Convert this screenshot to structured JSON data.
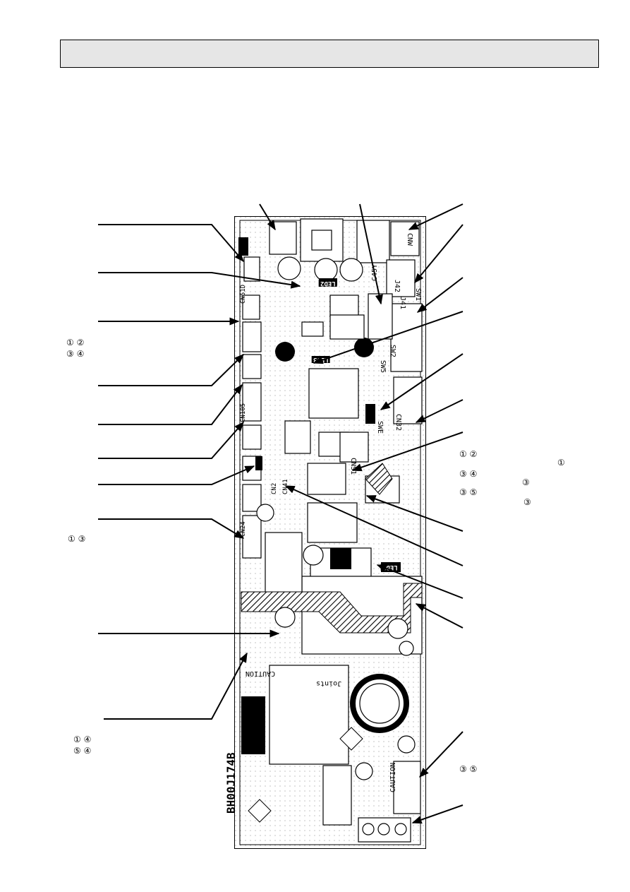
{
  "board": {
    "model_code": "BH00J174B",
    "silkscreen": {
      "cnw": "CNW",
      "j42": "J42",
      "j41": "J41",
      "sw1": "SW1",
      "sw2": "SW2",
      "sw5": "SW5",
      "swe": "SWE",
      "cn32": "CN32",
      "cns1": "CNS1",
      "cn51d": "CN51D",
      "cn105": "CN105",
      "cn24": "CN24",
      "cn41": "CN41",
      "cn2": "CN2",
      "c45y": "C45Y",
      "led1": "LED1",
      "led2": "LED2",
      "led3": "LED3",
      "caution_1": "CAUTION",
      "caution_2": "CAUTION",
      "joints": "Joints"
    }
  },
  "side_notes": {
    "left_pair_1": "① ②",
    "left_pair_2": "③ ④",
    "left_pair_3": "① ③",
    "left_pair_4": "① ④",
    "left_pair_5": "⑤ ④",
    "right_pair_1": "① ②",
    "right_single_1": "①",
    "right_pair_2": "③ ④",
    "right_single_2": "③",
    "right_pair_3": "③ ⑤",
    "right_single_3": "③",
    "right_pair_4": "③ ⑤"
  }
}
